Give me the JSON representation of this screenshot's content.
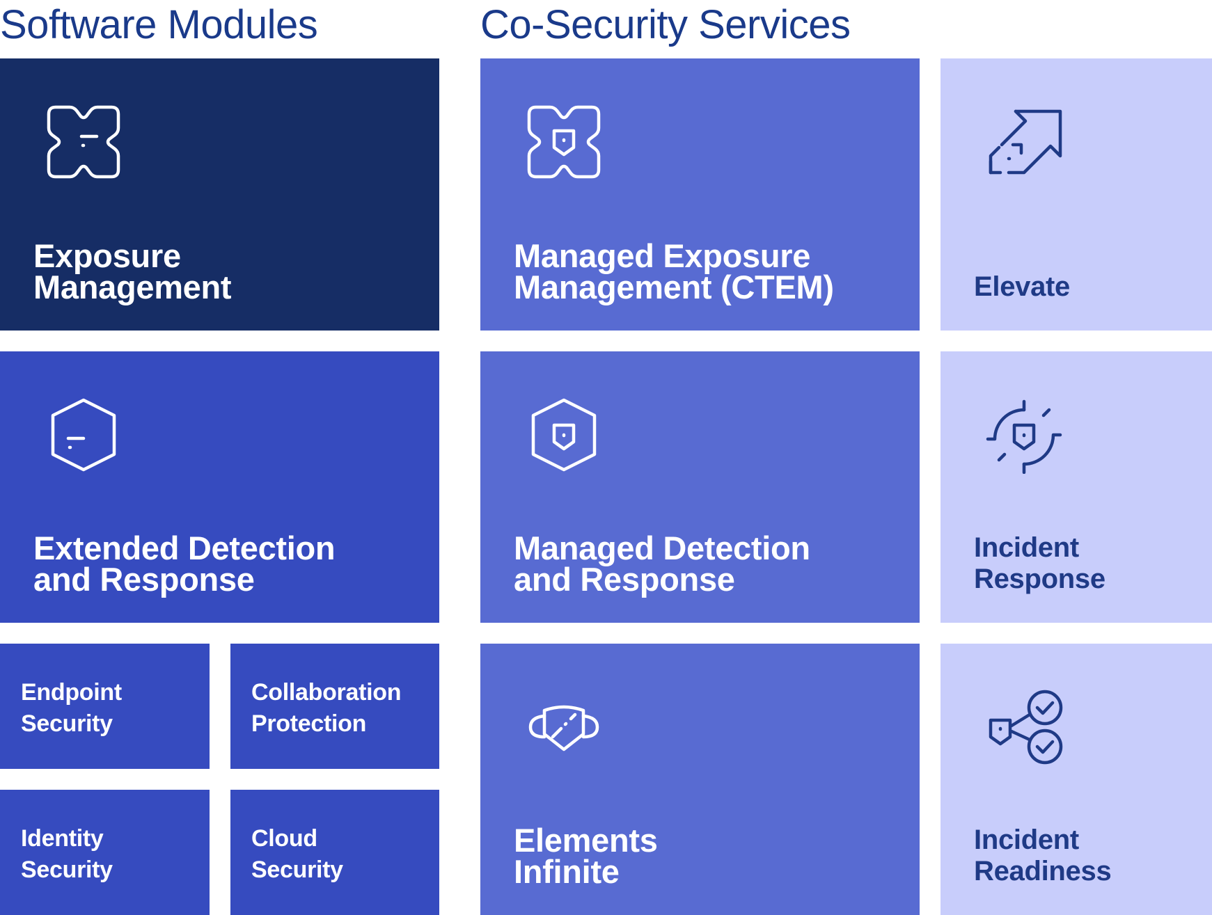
{
  "headings": {
    "software_modules": "Software Modules",
    "co_security_services": "Co-Security Services"
  },
  "colors": {
    "heading": "#1a3a8a",
    "dark_navy": "#162d65",
    "royal_blue": "#364bbf",
    "medium_blue": "#586bd2",
    "light_lavender": "#c8cdfb",
    "light_text": "#1f3a86"
  },
  "software_modules": {
    "exposure_management": {
      "lines": [
        "Exposure",
        "Management"
      ],
      "icon": "exposure-management-icon"
    },
    "extended_detection": {
      "lines": [
        "Extended Detection",
        "and Response"
      ],
      "icon": "hexagon-icon"
    },
    "endpoint_security": {
      "lines": [
        "Endpoint",
        "Security"
      ]
    },
    "collaboration_protection": {
      "lines": [
        "Collaboration",
        "Protection"
      ]
    },
    "identity_security": {
      "lines": [
        "Identity",
        "Security"
      ]
    },
    "cloud_security": {
      "lines": [
        "Cloud",
        "Security"
      ]
    }
  },
  "co_security_services": {
    "managed_exposure": {
      "lines": [
        "Managed Exposure",
        "Management (CTEM)"
      ],
      "icon": "shield-cross-icon"
    },
    "elevate": {
      "lines": [
        "Elevate"
      ],
      "icon": "elevate-arrow-icon"
    },
    "managed_detection": {
      "lines": [
        "Managed Detection",
        "and Response"
      ],
      "icon": "hexagon-shield-icon"
    },
    "incident_response": {
      "lines": [
        "Incident",
        "Response"
      ],
      "icon": "crosshair-shield-icon"
    },
    "elements_infinite": {
      "lines": [
        "Elements",
        "Infinite"
      ],
      "icon": "infinity-shield-icon"
    },
    "incident_readiness": {
      "lines": [
        "Incident",
        "Readiness"
      ],
      "icon": "shield-checks-icon"
    }
  }
}
